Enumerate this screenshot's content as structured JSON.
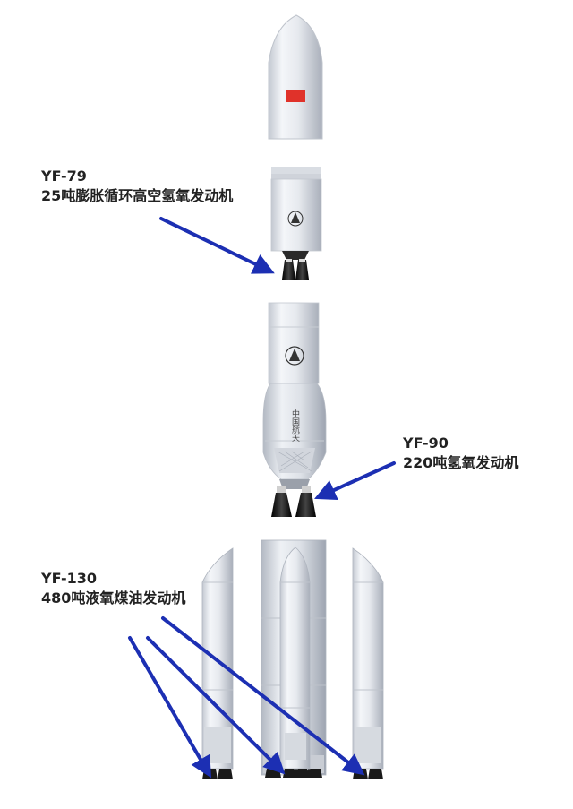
{
  "annotations": {
    "yf79": {
      "code": "YF-79",
      "desc": "25吨膨胀循环高空氢氧发动机"
    },
    "yf90": {
      "code": "YF-90",
      "desc": "220吨氢氧发动机"
    },
    "yf130": {
      "code": "YF-130",
      "desc": "480吨液氧煤油发动机"
    }
  },
  "fairing_markings": "中国航天",
  "colors": {
    "arrow": "#1c2fb3",
    "flag": "#e0322a",
    "body": "#e9ecf1",
    "shadow": "#b9bec8",
    "nozzle": "#1a1a1a"
  }
}
